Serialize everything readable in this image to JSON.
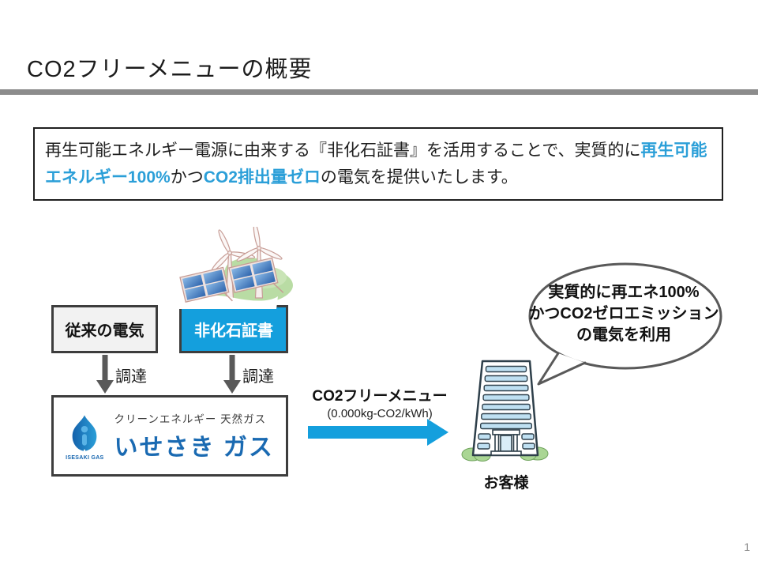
{
  "page": {
    "title": "CO2フリーメニューの概要",
    "page_number": "1"
  },
  "description": {
    "seg_plain1": "再生可能エネルギー電源に由来する『非化石証書』を活用することで、実質的に",
    "seg_em1": "再生可能エネルギー100%",
    "seg_plain2": "かつ",
    "seg_em2": "CO2排出量ゼロ",
    "seg_plain3": "の電気を提供いたします。"
  },
  "diagram": {
    "conventional_box_label": "従来の電気",
    "certificate_box_label": "非化石証書",
    "procure_left_label": "調達",
    "procure_right_label": "調達",
    "isesaki": {
      "tagline": "クリーンエネルギー 天然ガス",
      "name": "いせさき ガス",
      "logo_caption": "ISESAKI GAS"
    },
    "menu_label": "CO2フリーメニュー",
    "menu_value": "(0.000kg-CO2/kWh)",
    "customer_label": "お客様",
    "bubble": {
      "line1": "実質的に再エネ100%",
      "line2": "かつCO2ゼロエミッション",
      "line3": "の電気を利用"
    }
  },
  "colors": {
    "accent_blue": "#149fdd",
    "em_text_blue": "#2b9fd8",
    "isesaki_blue": "#1a6ab2",
    "rule_gray": "#8c8c8c",
    "arrow_gray": "#595959"
  }
}
